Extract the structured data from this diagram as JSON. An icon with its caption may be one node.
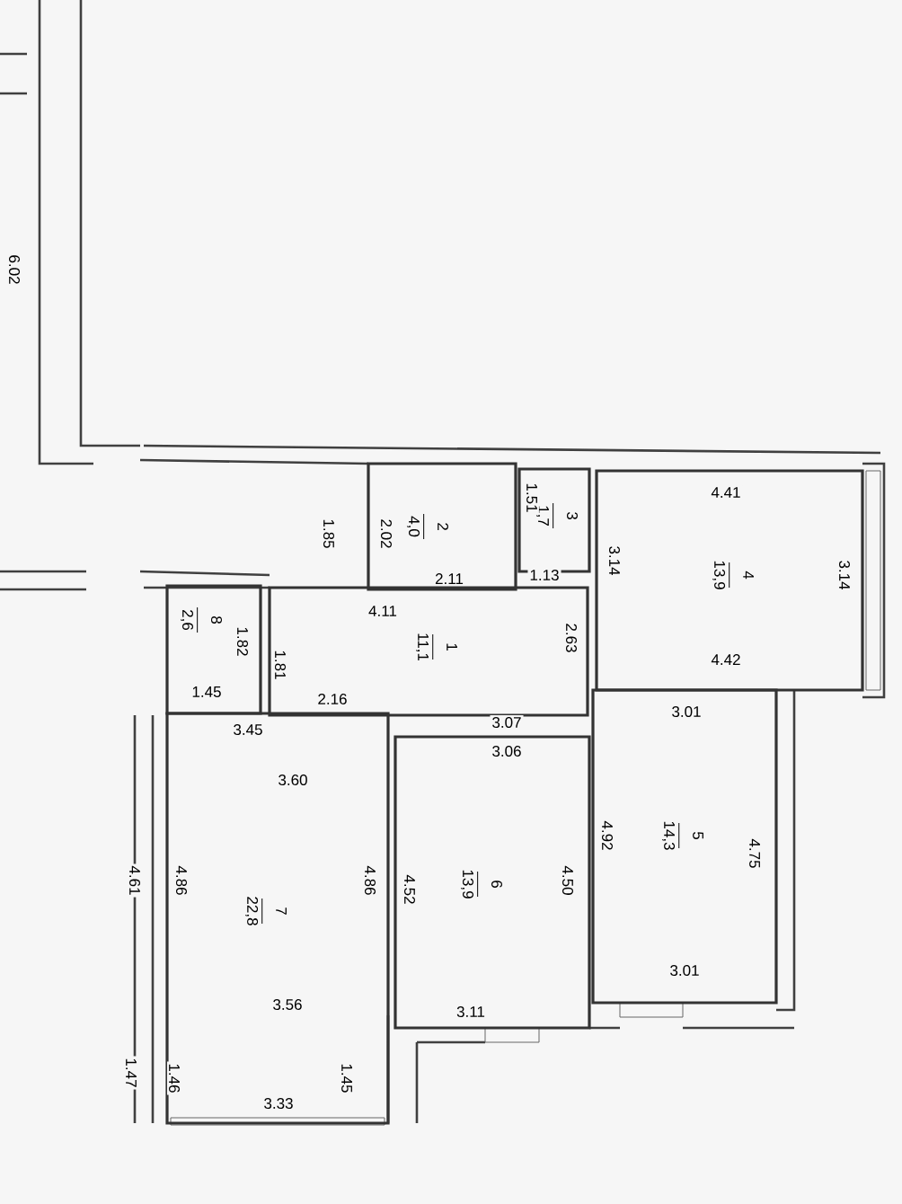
{
  "diagram": {
    "nodes": [
      {
        "text": [
          "1",
          "11,1"
        ]
      },
      {
        "text": [
          "2",
          "4,0"
        ]
      },
      {
        "text": [
          "3",
          "1,7"
        ]
      },
      {
        "text": [
          "4",
          "13,9"
        ]
      },
      {
        "text": [
          "5",
          "14,3"
        ]
      },
      {
        "text": [
          "6",
          "13,9"
        ]
      },
      {
        "text": [
          "7",
          "22,8"
        ]
      },
      {
        "text": [
          "8",
          "2,6"
        ]
      }
    ],
    "labels": [
      "6.02",
      "1.85",
      "2.02",
      "1.51",
      "2.11",
      "1.13",
      "4.41",
      "3.14",
      "3.14",
      "4.11",
      "1.82",
      "1.81",
      "2.63",
      "1.45",
      "2.16",
      "4.42",
      "3.45",
      "3.07",
      "3.01",
      "3.06",
      "3.60",
      "4.61",
      "4.86",
      "4.86",
      "4.52",
      "4.50",
      "4.92",
      "4.75",
      "3.56",
      "3.11",
      "3.01",
      "1.47",
      "1.46",
      "1.45",
      "3.33"
    ]
  }
}
